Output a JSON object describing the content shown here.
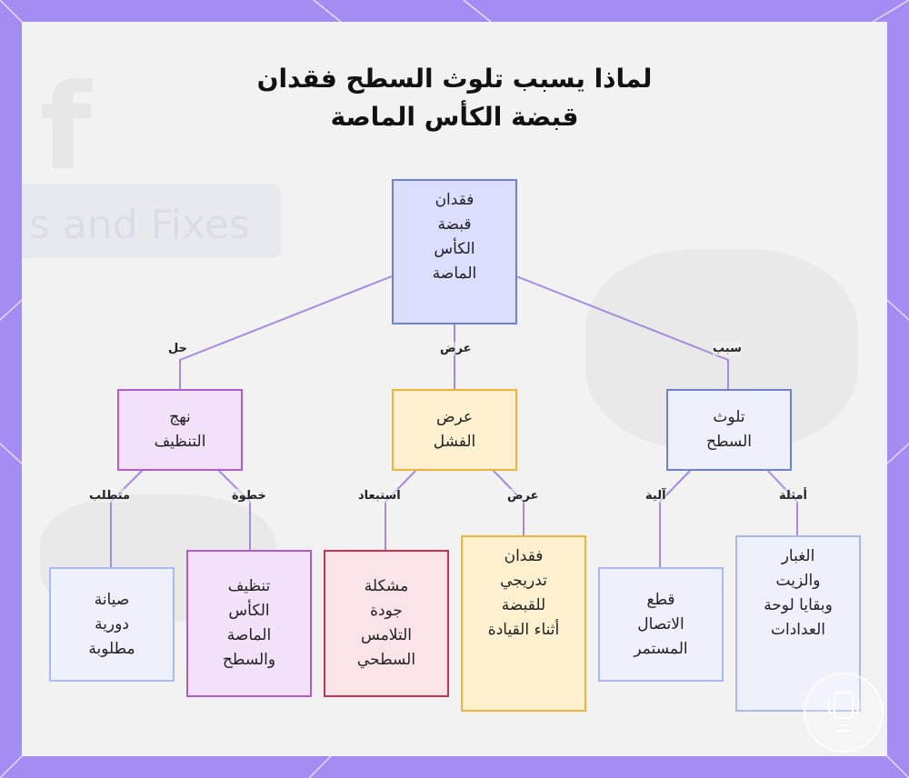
{
  "title": {
    "line1": "لماذا يسبب تلوث السطح فقدان",
    "line2": "قبضة الكأس الماصة"
  },
  "background": {
    "watermark_text": "s and Fixes",
    "watermark_letter": "f"
  },
  "colors": {
    "frame": "#a58cf3",
    "panel": "#f2f2f2",
    "blue_border": "#6f80d0",
    "blue_fill": "#dcdeff",
    "purple_border": "#b25ad0",
    "purple_fill": "#f3e1f9",
    "orange_border": "#f2b23c",
    "orange_fill": "#fff0d0",
    "red_border": "#c8334f",
    "red_fill": "#fbe4e8",
    "light_border": "#a9b8f0",
    "light_fill": "#eef1fc",
    "edge": "#a689e0"
  },
  "nodes": {
    "root": "فقدان\nقبضة\nالكأس\nالماصة",
    "solution": "نهج\nالتنظيف",
    "symptom": "عرض\nالفشل",
    "cause": "تلوث\nالسطح",
    "maintenance": "صيانة\nدورية\nمطلوبة",
    "cleaning": "تنظيف\nالكأس\nالماصة\nوالسطح",
    "surface_issue": "مشكلة\nجودة\nالتلامس\nالسطحي",
    "gradual_loss": "فقدان\nتدريجي\nللقبضة\nأثناء القيادة",
    "mechanism": "قطع\nالاتصال\nالمستمر",
    "examples": "الغبار\nوالزيت\nوبقايا لوحة\nالعدادات"
  },
  "edge_labels": {
    "solution": "حل",
    "symptom": "عرض",
    "cause": "سبب",
    "requirement": "متطلب",
    "step": "خطوة",
    "exclusion": "استبعاد",
    "display": "عرض",
    "mechanism": "آلية",
    "examples": "أمثلة"
  },
  "icons": {
    "badge": "suction-cup-logo-icon"
  }
}
